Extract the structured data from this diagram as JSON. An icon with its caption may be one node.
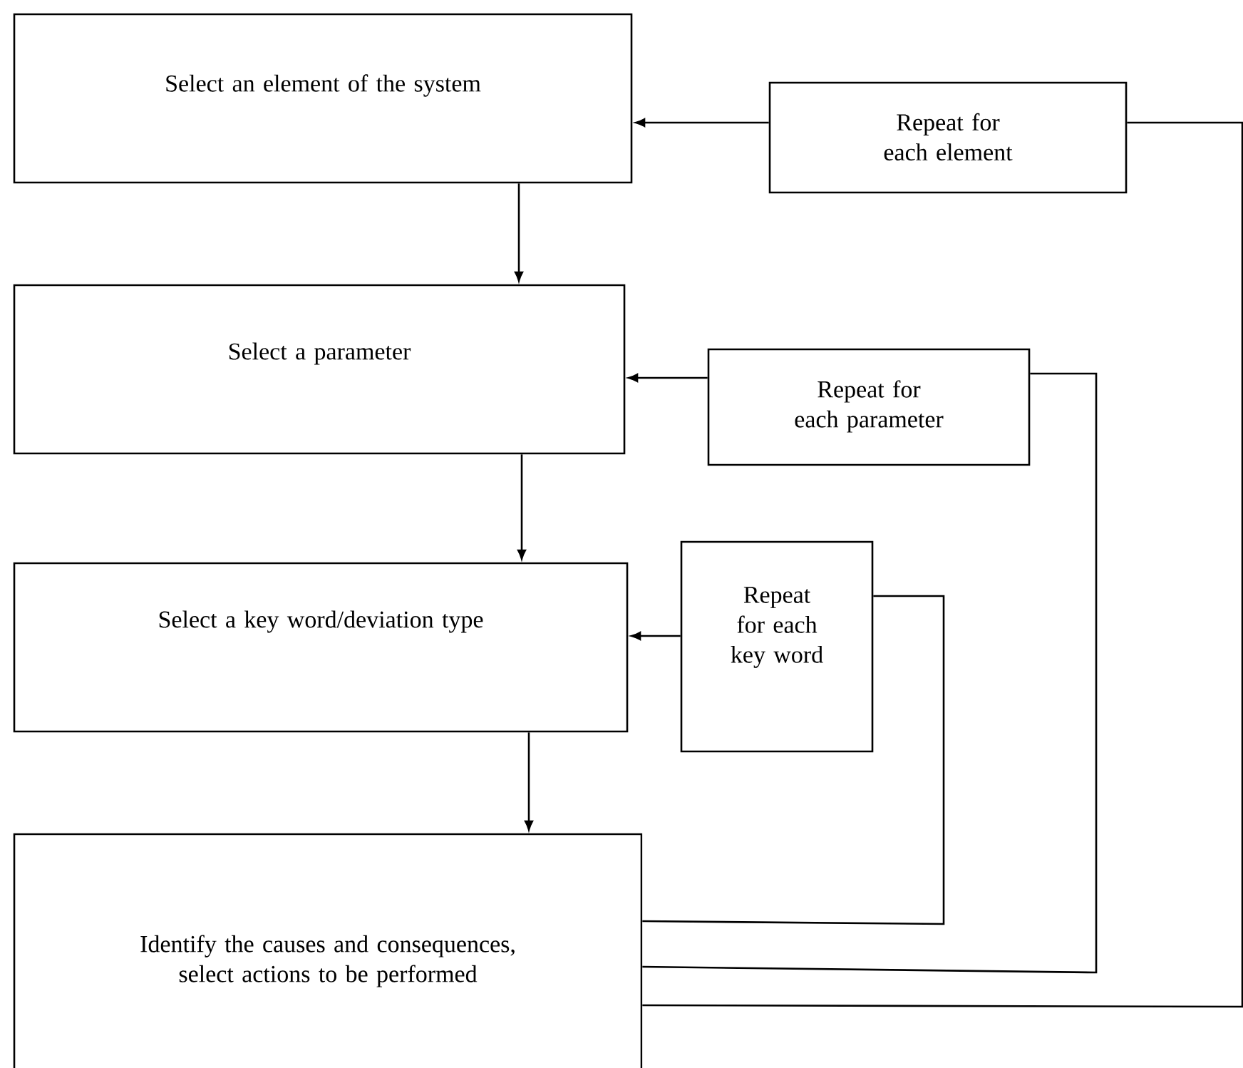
{
  "diagram": {
    "nodes": [
      {
        "text": [
          "Select an element of the system"
        ]
      },
      {
        "text": [
          "Repeat for each element"
        ]
      },
      {
        "text": [
          "Select a parameter"
        ]
      },
      {
        "text": [
          "Repeat for each parameter"
        ]
      },
      {
        "text": [
          "Select a key word/deviation type"
        ]
      },
      {
        "text": [
          "Repeat for each key word"
        ]
      },
      {
        "text": [
          "Identify the causes and consequences, select actions to be performed"
        ]
      }
    ],
    "edges": [
      {
        "from": 0,
        "to": 2,
        "arrow": "to"
      },
      {
        "from": 2,
        "to": 4,
        "arrow": "to"
      },
      {
        "from": 4,
        "to": 6,
        "arrow": "to"
      },
      {
        "from": 1,
        "to": 0,
        "arrow": "to"
      },
      {
        "from": 3,
        "to": 2,
        "arrow": "to"
      },
      {
        "from": 5,
        "to": 4,
        "arrow": "to"
      },
      {
        "from": 6,
        "to": 5,
        "arrow": "none"
      },
      {
        "from": 6,
        "to": 3,
        "arrow": "none"
      },
      {
        "from": 6,
        "to": 1,
        "arrow": "none"
      }
    ]
  }
}
